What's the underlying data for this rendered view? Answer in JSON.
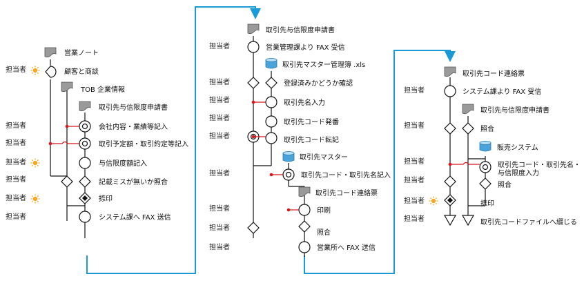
{
  "roles": {
    "tantousha": "担当者"
  },
  "col1": {
    "doc_sales_note": "営業ノート",
    "customer_meeting": "顧客と商談",
    "doc_tob_info": "TOB 企業情報",
    "doc_credit_app": "取引先与信限度申請書",
    "fill_company": "会社内容・業績等記入",
    "fill_trade_plan": "取引予定額・取引約定等記入",
    "fill_credit_limit": "与信限度額記入",
    "check_errors": "記載ミスが無いか照合",
    "stamp": "捺印",
    "fax_system": "システム課へ FAX 送信"
  },
  "col2": {
    "doc_credit_app": "取引先与信限度申請書",
    "receive_fax": "営業管理課より FAX 受信",
    "db_master_book": "取引先マスター管理簿 .xls",
    "check_registered": "登録済みかどうか確認",
    "enter_name": "取引先名入力",
    "issue_code": "取引先コード発番",
    "transcribe_code": "取引先コード転記",
    "db_master": "取引先マスター",
    "enter_code_name": "取引先コード・取引先名記入",
    "doc_code_notice": "取引先コード連絡票",
    "print": "印刷",
    "verify": "照合",
    "fax_office": "営業所へ FAX 送信"
  },
  "col3": {
    "doc_code_notice": "取引先コード連絡票",
    "receive_fax": "システム課より FAX 受信",
    "doc_credit_app": "取引先与信限度申請書",
    "verify1": "照合",
    "db_sales_system": "販売システム",
    "enter_code_name_credit_1": "取引先コード・取引先名・",
    "enter_code_name_credit_2": "与信限度入力",
    "verify2": "照合",
    "stamp": "捺印",
    "file_binder": "取引先コードファイルへ綴じる"
  },
  "colors": {
    "link": "#1a9ad6",
    "connector": "#d8141c",
    "actor": "#f5a623",
    "db": "#4aa3d9",
    "line": "#111111"
  },
  "icons": {
    "actor": "sun-icon",
    "document": "document-icon",
    "database": "database-icon",
    "operation": "circle-icon",
    "inspection": "diamond-icon",
    "stamp": "filled-diamond-icon",
    "storage": "triangle-icon",
    "receive": "pacman-icon"
  }
}
